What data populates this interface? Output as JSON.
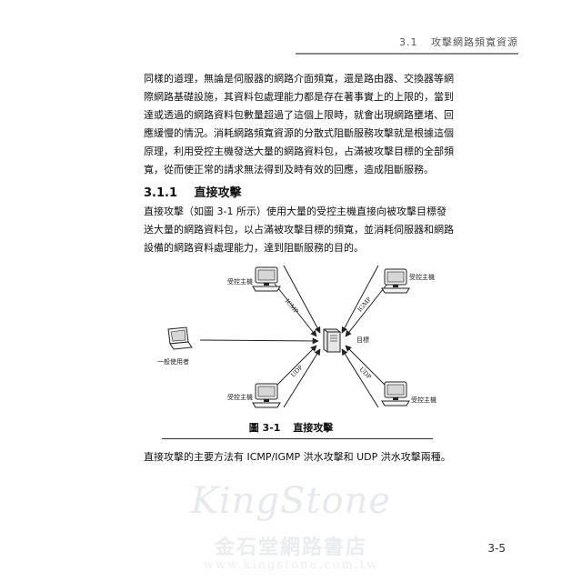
{
  "header": {
    "section_number": "3.1",
    "section_title": "攻擊網路頻寬資源"
  },
  "paragraphs": {
    "intro": "同樣的道理，無論是伺服器的網路介面頻寬，還是路由器、交換器等網際網路基礎設施，其資料包處理能力都是存在著事實上的上限的，當到達或透過的網路資料包數量超過了這個上限時，就會出現網路壅堵、回應緩慢的情況。消耗網路頻寬資源的分散式阻斷服務攻擊就是根據這個原理，利用受控主機發送大量的網路資料包，占滿被攻擊目標的全部頻寬，從而使正常的請求無法得到及時有效的回應，造成阻斷服務。",
    "direct": "直接攻擊（如圖 3-1 所示）使用大量的受控主機直接向被攻擊目標發送大量的網路資料包，以占滿被攻擊目標的頻寬，並消耗伺服器和網路設備的網路資料處理能力，達到阻斷服務的目的。",
    "methods": "直接攻擊的主要方法有 ICMP/IGMP 洪水攻擊和 UDP 洪水攻擊兩種。"
  },
  "subsection": {
    "number": "3.1.1",
    "title": "直接攻擊"
  },
  "figure": {
    "label_controlled_tl": "受控主機",
    "label_controlled_tr": "受控主機",
    "label_controlled_bl": "受控主機",
    "label_controlled_br": "受控主機",
    "label_user": "一般使用者",
    "label_target": "目標",
    "arrow_icmp": "ICMP",
    "arrow_igmp": "IGMP",
    "arrow_udp_left": "UDP",
    "arrow_udp_right": "UDP",
    "caption_number": "圖 3-1",
    "caption_title": "直接攻擊"
  },
  "watermark": {
    "logo_text": "KingStone",
    "chinese_name": "金石堂網路書店",
    "url": "www.kingstone.com.tw"
  },
  "page_number": "3-5"
}
